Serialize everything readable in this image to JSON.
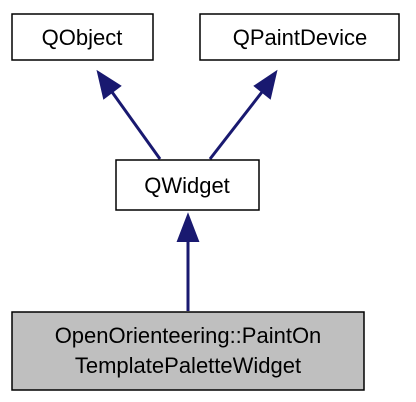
{
  "diagram": {
    "nodes": {
      "qobject": {
        "label": "QObject"
      },
      "qpaintdevice": {
        "label": "QPaintDevice"
      },
      "qwidget": {
        "label": "QWidget"
      },
      "palette": {
        "line1": "OpenOrienteering::PaintOn",
        "line2": "TemplatePaletteWidget"
      }
    },
    "colors": {
      "edge": "#191970",
      "node_border": "#000000",
      "node_fill": "#ffffff",
      "focus_fill": "#bfbfbf"
    }
  }
}
